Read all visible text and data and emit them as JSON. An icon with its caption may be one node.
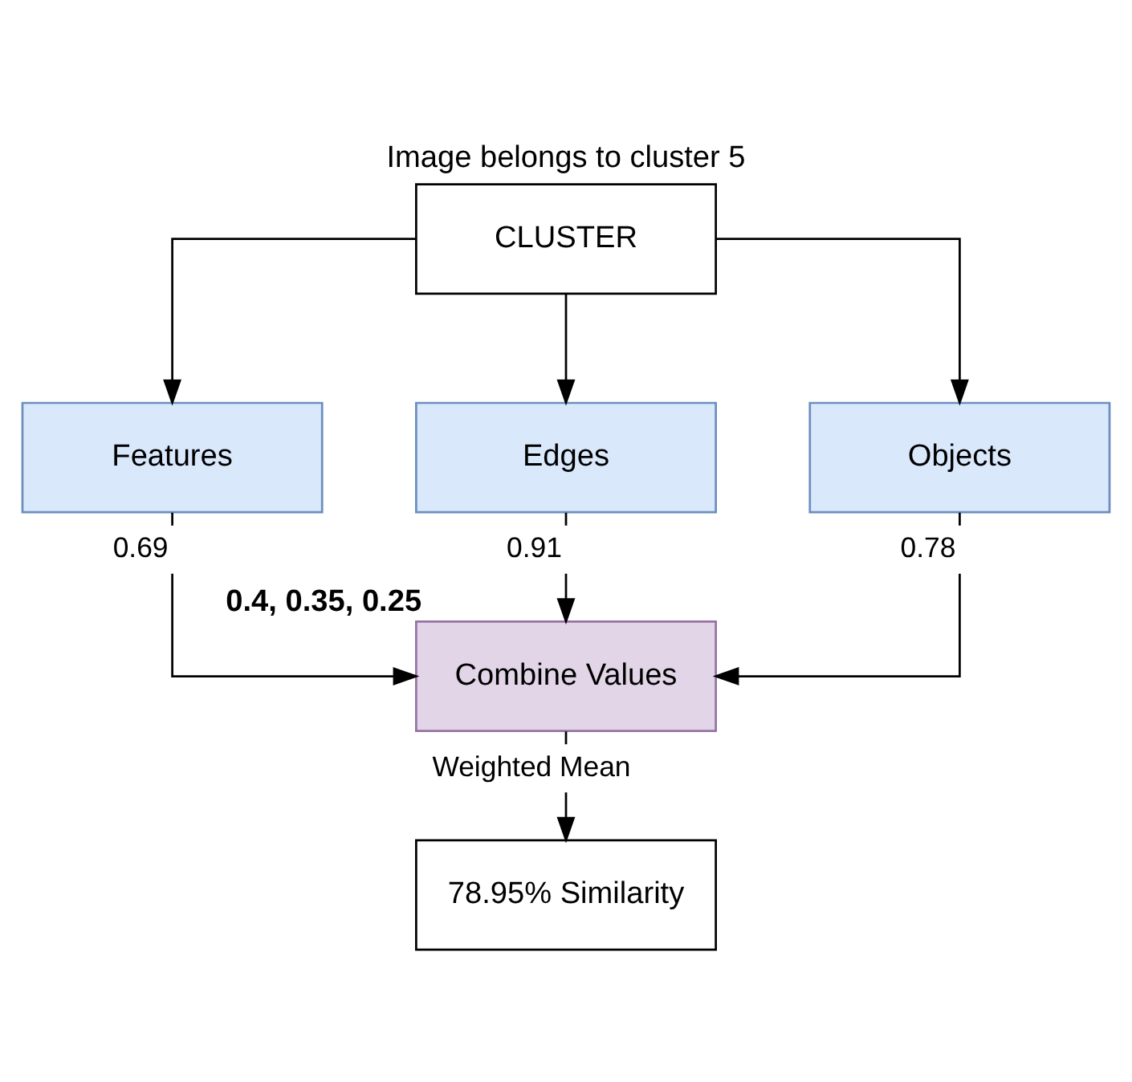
{
  "diagram": {
    "title": "Image belongs to cluster 5",
    "nodes": [
      {
        "text": [
          "CLUSTER"
        ]
      },
      {
        "text": [
          "Features"
        ]
      },
      {
        "text": [
          "Edges"
        ]
      },
      {
        "text": [
          "Objects"
        ]
      },
      {
        "text": [
          "Combine Values"
        ],
        "beside": [
          "0.4, 0.35, 0.25"
        ]
      },
      {
        "text": [
          "78.95% Similarity"
        ]
      }
    ],
    "edges": [
      {
        "from": 0,
        "to": 1,
        "arrow": "to"
      },
      {
        "from": 0,
        "to": 2,
        "arrow": "to"
      },
      {
        "from": 0,
        "to": 3,
        "arrow": "to"
      },
      {
        "from": 1,
        "to": 4,
        "arrow": "to",
        "label": "0.69"
      },
      {
        "from": 2,
        "to": 4,
        "arrow": "to",
        "label": "0.91"
      },
      {
        "from": 3,
        "to": 4,
        "arrow": "to",
        "label": "0.78"
      },
      {
        "from": 4,
        "to": 5,
        "arrow": "to",
        "label": "Weighted Mean"
      }
    ]
  }
}
